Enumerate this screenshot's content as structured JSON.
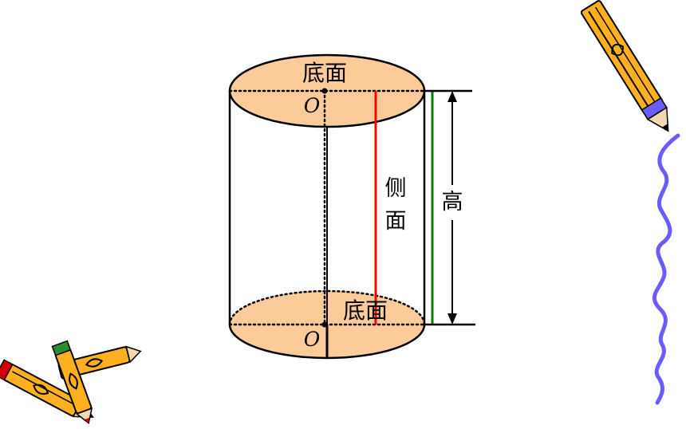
{
  "labels": {
    "top_base": "底面",
    "top_center": "O",
    "bottom_base": "底面",
    "bottom_center": "O",
    "lateral_char_1": "侧",
    "lateral_char_2": "面",
    "height": "高"
  },
  "colors": {
    "base_fill": "#fbcb9a",
    "generatrix": "#ff0000",
    "height_edge": "#008000",
    "outline": "#000000",
    "squiggle": "#6a5cff",
    "pencil_body": "#ffb020",
    "pencil_tip": "#d40000",
    "pencil_band": "#2e8b2e"
  },
  "icons": {
    "top_right": "pencil-icon",
    "bottom_left": "pencils-icon",
    "right_edge": "squiggle-line"
  }
}
